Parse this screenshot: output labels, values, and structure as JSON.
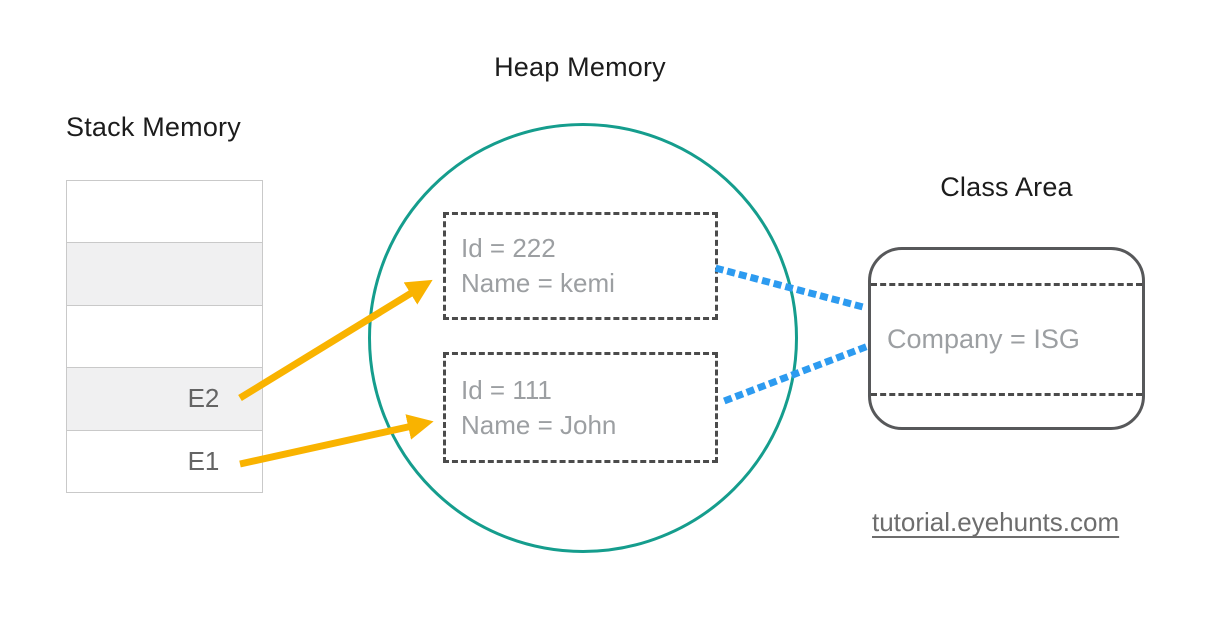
{
  "colors": {
    "teal": "#159D8D",
    "arrow_yellow": "#F9B300",
    "link_blue": "#2D9BF0",
    "dash_gray": "#4B4B4B",
    "muted_text": "#9C9FA2"
  },
  "stack": {
    "title": "Stack Memory",
    "rows": [
      "",
      "",
      "",
      "E2",
      "E1"
    ]
  },
  "heap": {
    "title": "Heap Memory",
    "objects": [
      {
        "id_line": "Id = 222",
        "name_line": "Name = kemi"
      },
      {
        "id_line": "Id = 111",
        "name_line": "Name = John"
      }
    ]
  },
  "class_area": {
    "title": "Class Area",
    "static_field": "Company = ISG"
  },
  "footer": {
    "link": "tutorial.eyehunts.com"
  }
}
